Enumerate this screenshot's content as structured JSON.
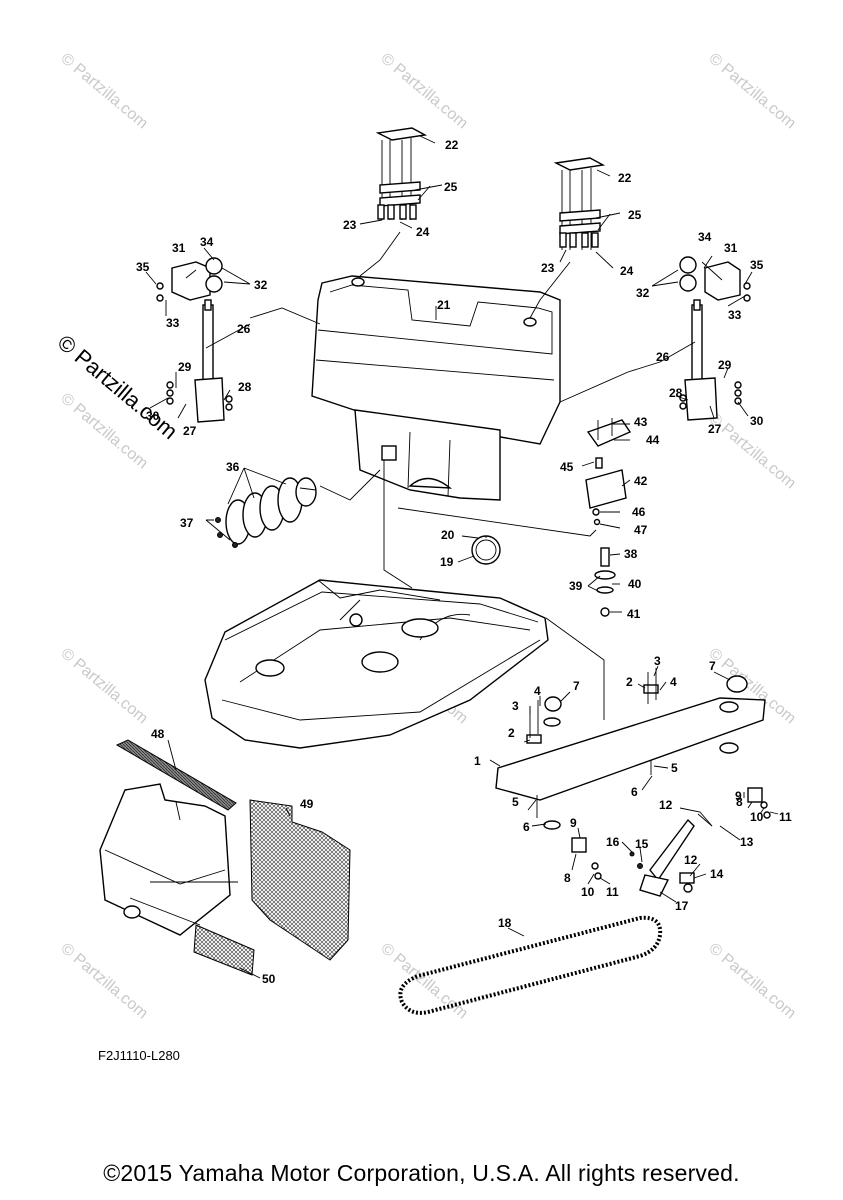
{
  "watermark": {
    "text": "© Partzilla.com",
    "large_text": "© Partzilla.com"
  },
  "diagram": {
    "code": "F2J1110-L280",
    "callouts": [
      "1",
      "2",
      "3",
      "4",
      "5",
      "6",
      "7",
      "8",
      "9",
      "10",
      "11",
      "12",
      "13",
      "14",
      "15",
      "16",
      "17",
      "18",
      "19",
      "20",
      "21",
      "22",
      "23",
      "24",
      "25",
      "26",
      "27",
      "28",
      "29",
      "30",
      "31",
      "32",
      "33",
      "34",
      "35",
      "36",
      "37",
      "38",
      "39",
      "40",
      "41",
      "42",
      "43",
      "44",
      "45",
      "46",
      "47",
      "48",
      "49",
      "50"
    ]
  },
  "footer": {
    "copyright": "©2015 Yamaha Motor Corporation, U.S.A. All rights reserved."
  }
}
